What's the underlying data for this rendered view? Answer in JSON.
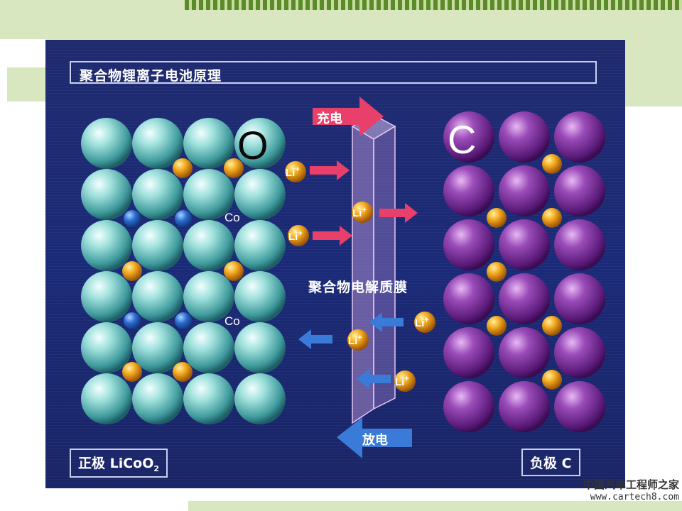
{
  "title": "聚合物锂离子电池原理",
  "charge_label": "充电",
  "discharge_label": "放电",
  "membrane_label": "聚合物电解质膜",
  "cathode_label_main": "正极 LiCoO",
  "cathode_label_sub": "2",
  "anode_label": "负极 C",
  "oxygen_symbol": "O",
  "carbon_symbol": "C",
  "cobalt_symbol": "Co",
  "lithium_ion_label": "Li+",
  "watermark_cn": "中国汽车工程师之家",
  "watermark_url": "www.cartech8.com",
  "colors": {
    "background": "#1f2a6e",
    "oxygen": "#7fd4d0",
    "carbon": "#8a3fa6",
    "lithium": "#f0a020",
    "cobalt": "#2a6ad0",
    "charge_arrow": "#e8406a",
    "discharge_arrow": "#3a7ad8"
  }
}
